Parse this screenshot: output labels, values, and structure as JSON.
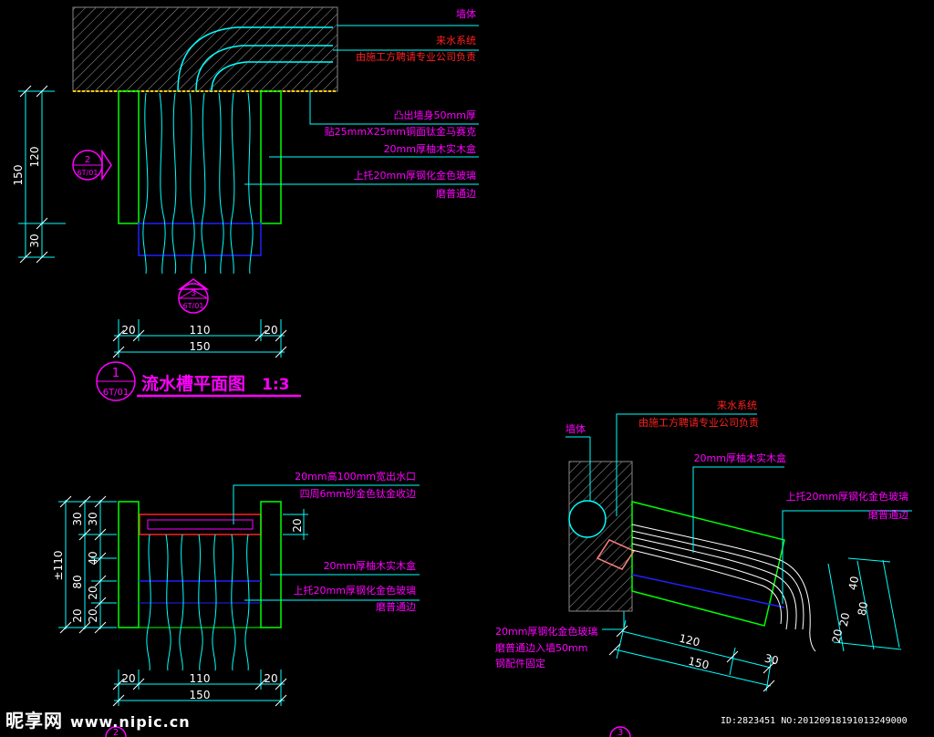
{
  "plan_view": {
    "wall_label": "墙体",
    "supply_label": "来水系统",
    "supply_note": "由施工方聘请专业公司负责",
    "protrude_note_1": "凸出墙身50mm厚",
    "protrude_note_2": "贴25mmX25mm铜面钛金马赛克",
    "box_note": "20mm厚柚木实木盒",
    "glass_note_1": "上托20mm厚钢化金色玻璃",
    "glass_note_2": "磨普通边",
    "dim_150": "150",
    "dim_120": "120",
    "dim_30": "30",
    "dim_left": "20",
    "dim_mid": "110",
    "dim_right": "20",
    "dim_total": "150",
    "section_a_ref": "2",
    "section_a_sheet": "6T/01",
    "section_b_ref": "3",
    "section_b_sheet": "6T/01",
    "title_num": "1",
    "title_sheet": "6T/01",
    "title": "流水槽平面图",
    "scale": "1:3"
  },
  "elevation_view": {
    "outlet_note_1": "20mm高100mm宽出水口",
    "outlet_note_2": "四周6mm砂金色钛金收边",
    "dim_outlet": "20",
    "box_note": "20mm厚柚木实木盒",
    "glass_note_1": "上托20mm厚钢化金色玻璃",
    "glass_note_2": "磨普通边",
    "level_label": "±110",
    "dim_30": "30",
    "dim_30b": "30",
    "dim_80": "80",
    "dim_40": "40",
    "dim_20a": "20",
    "dim_20b": "20",
    "dim_20c": "20",
    "dim_left": "20",
    "dim_mid": "110",
    "dim_right": "20",
    "dim_total": "150",
    "title_num": "2"
  },
  "section_view": {
    "wall_label": "墙体",
    "supply_label": "来水系统",
    "supply_note": "由施工方聘请专业公司负责",
    "box_note": "20mm厚柚木实木盒",
    "glass_note_1": "上托20mm厚钢化金色玻璃",
    "glass_note_2": "磨普通边",
    "fix_note_1": "20mm厚钢化金色玻璃",
    "fix_note_2": "磨普通边入墙50mm",
    "fix_note_3": "钢配件固定",
    "dim_120": "120",
    "dim_30": "30",
    "dim_150": "150",
    "dim_40": "40",
    "dim_20": "20",
    "dim_20b": "20",
    "dim_80": "80",
    "title_num": "3"
  },
  "watermark": {
    "brand": "昵享网",
    "url": "www.nipic.cn",
    "id_text": "ID:2823451 NO:20120918191013249000"
  },
  "colors": {
    "background": "#000000",
    "annotation": "#ff00ff",
    "supply_text": "#ff2020",
    "water": "#00ffff",
    "wood": "#00ff00",
    "glass": "#0000ff",
    "dimension": "#00ffff"
  }
}
